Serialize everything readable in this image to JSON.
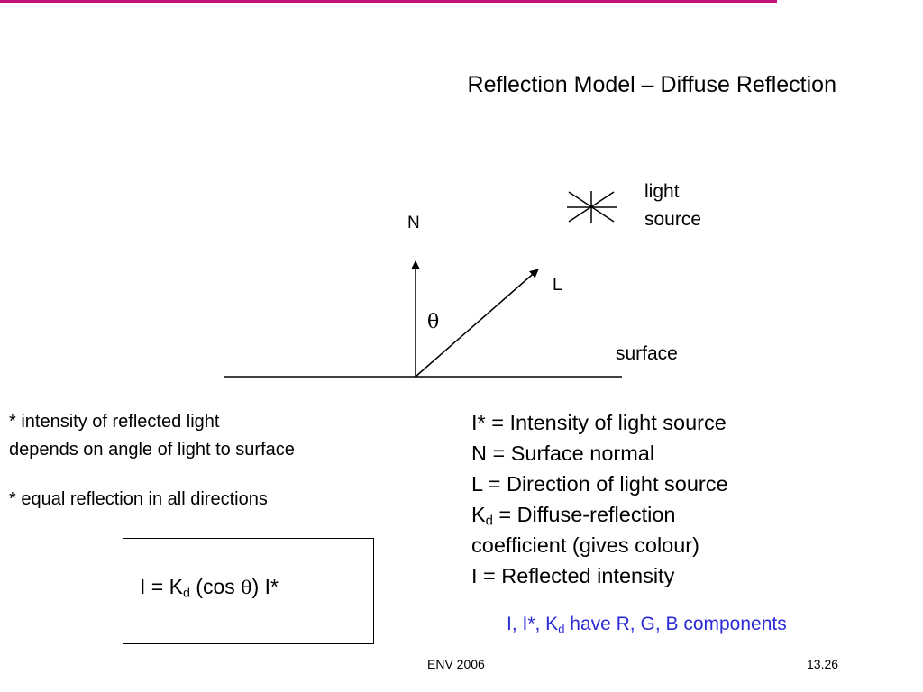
{
  "slide": {
    "title": "Reflection Model – Diffuse Reflection",
    "accent_color": "#c0137d"
  },
  "diagram": {
    "light_label_line1": "light",
    "light_label_line2": "source",
    "normal_label": "N",
    "light_dir_label": "L",
    "angle_label": "θ",
    "surface_label": "surface",
    "light_icon": "asterisk-light-icon"
  },
  "notes": {
    "note1_line1": "* intensity of reflected light",
    "note1_line2": "depends on angle of light to surface",
    "note2": "* equal reflection in all directions"
  },
  "formula": {
    "lhs": "I = K",
    "sub": "d",
    "middle": " (cos ",
    "theta": "θ",
    "rhs": ") I*"
  },
  "definitions": {
    "def1": "I* = Intensity of light source",
    "def2": "N = Surface normal",
    "def3": "L = Direction of light source",
    "def4_prefix": "K",
    "def4_sub": "d",
    "def4_rest": " = Diffuse-reflection",
    "def5": "coefficient (gives colour)",
    "def6": "I = Reflected intensity"
  },
  "components": {
    "prefix": "I, I*, K",
    "sub": "d",
    "rest": " have R, G, B components",
    "color": "#2b2bd6"
  },
  "footer": {
    "left": "ENV 2006",
    "right": "13.26"
  }
}
